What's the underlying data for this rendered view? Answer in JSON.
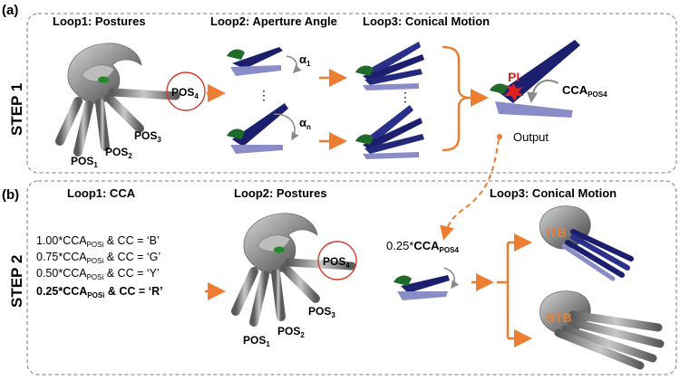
{
  "panel_a": {
    "label": "(a)",
    "step": "STEP 1",
    "loop1": "Loop1: Postures",
    "loop2": "Loop2: Aperture Angle",
    "loop3": "Loop3: Conical Motion",
    "pos_label": "POS",
    "pos_sub_1": "1",
    "pos_sub_2": "2",
    "pos_sub_3": "3",
    "pos_sub_4": "4",
    "alpha": "α",
    "alpha_sub_1": "1",
    "alpha_sub_n": "n",
    "dots": "⋮",
    "pi": "PI",
    "cca": "CCA",
    "cca_sub": "POS4",
    "output": "Output"
  },
  "panel_b": {
    "label": "(b)",
    "step": "STEP 2",
    "loop1": "Loop1: CCA",
    "loop2": "Loop2: Postures",
    "loop3": "Loop3: Conical Motion",
    "lines": [
      {
        "coef": "1.00*CCA",
        "sub": "POSi",
        "cc": " & CC = ‘B’"
      },
      {
        "coef": "0.75*CCA",
        "sub": "POSi",
        "cc": " & CC = ‘G’"
      },
      {
        "coef": "0.50*CCA",
        "sub": "POSi",
        "cc": " & CC = ‘Y’"
      },
      {
        "coef": "0.25*CCA",
        "sub": "POSi",
        "cc": " & CC = ‘R’"
      }
    ],
    "selected_prefix": "0.25*",
    "selected_cca": "CCA",
    "selected_sub": "POS4",
    "itb": "ITB",
    "btb": "BTB"
  },
  "colors": {
    "accent": "#ed7d31",
    "navy": "#1b1f6e",
    "navy_light": "#8a8cc8",
    "green": "#1e6b2a",
    "bone": "#9a9a9a",
    "pi_red": "#e02020"
  }
}
